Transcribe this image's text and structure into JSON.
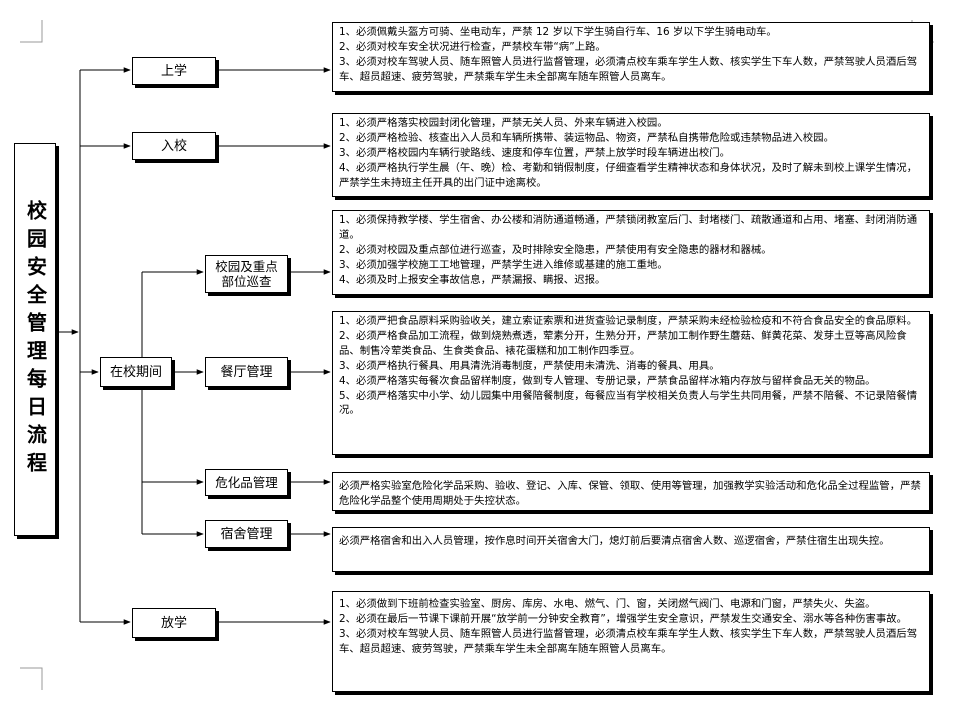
{
  "title": "校园安全管理每日流程",
  "stages": {
    "shangxue": "上学",
    "ruxiao": "入校",
    "zaixiao": "在校期间",
    "fangxue": "放学"
  },
  "substages": {
    "xunshi": "校园及重点\n部位巡查",
    "canting": "餐厅管理",
    "weihuapin": "危化品管理",
    "sushe": "宿舍管理"
  },
  "details": {
    "shangxue": [
      "1、必须佩戴头盔方可骑、坐电动车，严禁 12 岁以下学生骑自行车、16 岁以下学生骑电动车。",
      "2、必须对校车安全状况进行检查，严禁校车带“病”上路。",
      "3、必须对校车驾驶人员、随车照管人员进行监督管理，必须清点校车乘车学生人数、核实学生下车人数，严禁驾驶人员酒后驾车、超员超速、疲劳驾驶，严禁乘车学生未全部离车随车照管人员离车。"
    ],
    "ruxiao": [
      "1、必须严格落实校园封闭化管理，严禁无关人员、外来车辆进入校园。",
      "2、必须严格检验、核查出入人员和车辆所携带、装运物品、物资，严禁私自携带危险或违禁物品进入校园。",
      "3、必须严格校园内车辆行驶路线、速度和停车位置，严禁上放学时段车辆进出校门。",
      "4、必须严格执行学生晨（午、晚）检、考勤和销假制度，仔细查看学生精神状态和身体状况，及时了解未到校上课学生情况，严禁学生未持班主任开具的出门证中途离校。"
    ],
    "xunshi": [
      "1、必须保持教学楼、学生宿舍、办公楼和消防通道畅通，严禁锁闭教室后门、封堵楼门、疏散通道和占用、堵塞、封闭消防通道。",
      "2、必须对校园及重点部位进行巡查，及时排除安全隐患，严禁使用有安全隐患的器材和器械。",
      "3、必须加强学校施工工地管理，严禁学生进入维修或基建的施工重地。",
      "4、必须及时上报安全事故信息，严禁漏报、瞒报、迟报。"
    ],
    "canting": [
      "1、必须严把食品原料采购验收关，建立索证索票和进货查验记录制度，严禁采购未经检验检疫和不符合食品安全的食品原料。",
      "2、必须严格食品加工流程，做到烧熟煮透，荤素分开，生熟分开，严禁加工制作野生蘑菇、鲜黄花菜、发芽土豆等高风险食品、制售冷荤类食品、生食类食品、裱花蛋糕和加工制作四季豆。",
      "3、必须严格执行餐具、用具清洗消毒制度，严禁使用未清洗、消毒的餐具、用具。",
      "4、必须严格落实每餐次食品留样制度，做到专人管理、专册记录，严禁食品留样冰箱内存放与留样食品无关的物品。",
      "5、必须严格落实中小学、幼儿园集中用餐陪餐制度，每餐应当有学校相关负责人与学生共同用餐，严禁不陪餐、不记录陪餐情况。"
    ],
    "weihuapin": [
      "必须严格实验室危险化学品采购、验收、登记、入库、保管、领取、使用等管理，加强教学实验活动和危化品全过程监管，严禁危险化学品整个使用周期处于失控状态。"
    ],
    "sushe": [
      "必须严格宿舍和出入人员管理，按作息时间开关宿舍大门，熄灯前后要清点宿舍人数、巡逻宿舍，严禁住宿生出现失控。"
    ],
    "fangxue": [
      "1、必须做到下班前检查实验室、厨房、库房、水电、燃气、门、窗，关闭燃气阀门、电源和门窗，严禁失火、失盗。",
      "2、必须在最后一节课下课前开展“放学前一分钟安全教育”，增强学生安全意识，严禁发生交通安全、溺水等各种伤害事故。",
      "3、必须对校车驾驶人员、随车照管人员进行监督管理，必须清点校车乘车学生人数、核实学生下车人数，严禁驾驶人员酒后驾车、超员超速、疲劳驾驶，严禁乘车学生未全部离车随车照管人员离车。"
    ]
  }
}
